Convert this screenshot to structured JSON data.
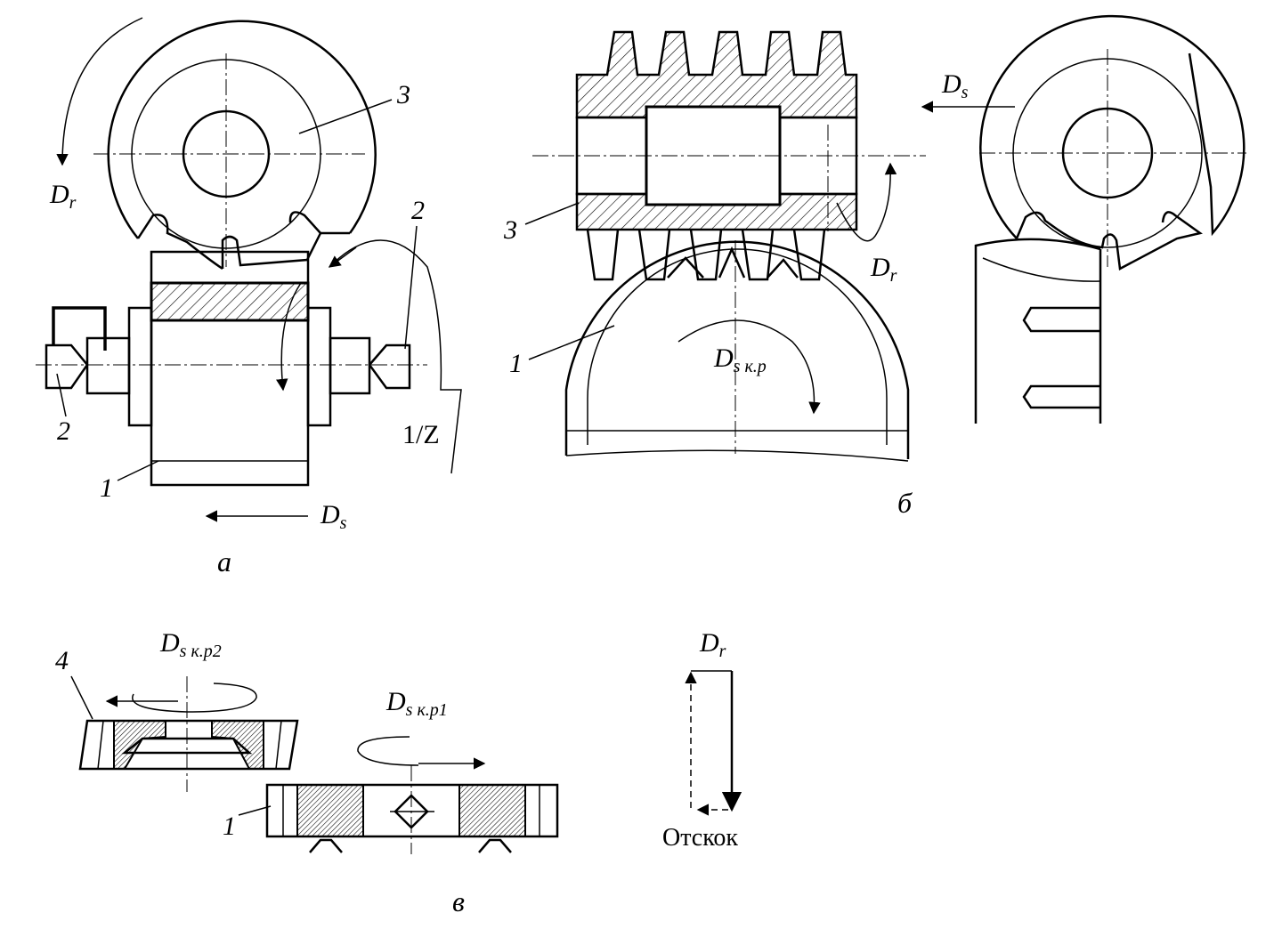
{
  "figure": {
    "view_a": {
      "caption": "а",
      "labels": {
        "hob": "3",
        "blank": "1",
        "centers_left": "2",
        "centers_right": "2",
        "index_ratio": "1/Z"
      },
      "motions": {
        "rotation": "D",
        "rotation_sub": "r",
        "feed": "D",
        "feed_sub": "s"
      }
    },
    "view_b": {
      "caption": "б",
      "labels": {
        "hob": "3",
        "blank": "1"
      },
      "motions": {
        "rotation": "D",
        "rotation_sub": "r",
        "feed": "D",
        "feed_sub": "s",
        "circular_feed": "D",
        "circular_feed_sub": "s к.р"
      }
    },
    "view_c": {
      "caption": "в",
      "labels": {
        "tool": "4",
        "blank": "1",
        "rebound": "Отскок"
      },
      "motions": {
        "circular_feed_2": "D",
        "circular_feed_2_sub": "s к.р2",
        "circular_feed_1": "D",
        "circular_feed_1_sub": "s к.р1",
        "rotation": "D",
        "rotation_sub": "r"
      }
    }
  }
}
